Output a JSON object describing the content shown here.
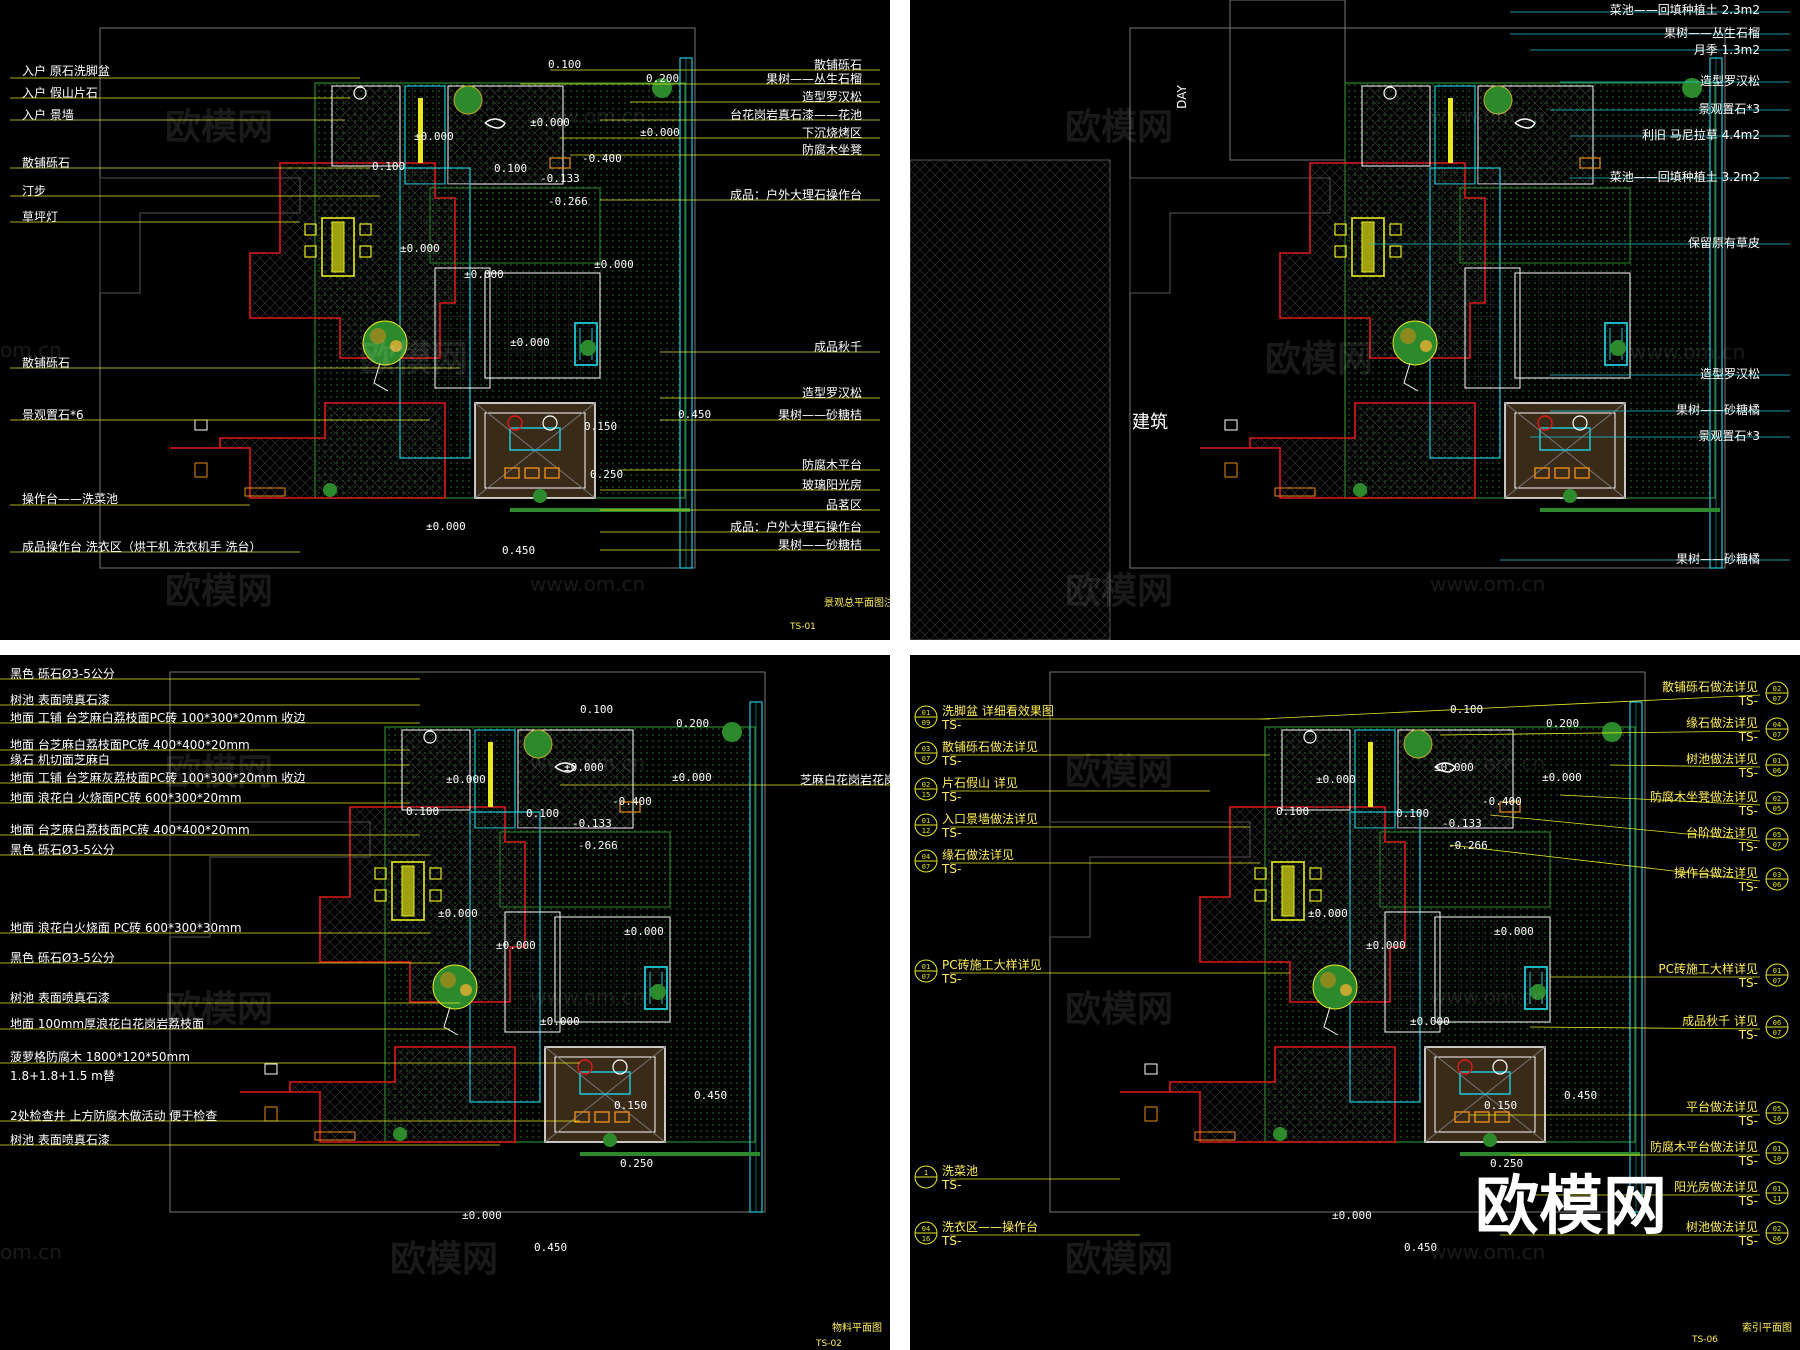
{
  "watermarks": {
    "logo": "欧模网",
    "domain": "www.om.cn",
    "domain_short": "om.cn",
    "big": "欧模网"
  },
  "p1": {
    "title": "景观总平面图注释图",
    "sheet": "TS-01",
    "left_labels": [
      "入户 原石洗脚盆",
      "入户 假山片石",
      "入户 景墙",
      "散铺砾石",
      "汀步",
      "草坪灯",
      "散铺砾石",
      "景观置石*6",
      "操作台——洗菜池",
      "成品操作台 洗衣区（烘干机 洗衣机手 洗台）"
    ],
    "right_labels": [
      "散铺砾石",
      "果树——丛生石榴",
      "造型罗汉松",
      "台花岗岩真石漆——花池",
      "下沉烧烤区",
      "防腐木坐凳",
      "成品：户外大理石操作台",
      "成品秋千",
      "造型罗汉松",
      "果树——砂糖桔",
      "防腐木平台",
      "玻璃阳光房",
      "品茗区",
      "成品：户外大理石操作台",
      "果树——砂糖桔"
    ],
    "levels": [
      "0.100",
      "0.200",
      "±0.000",
      "±0.000",
      "0.100",
      "0.100",
      "-0.400",
      "-0.133",
      "-0.266",
      "±0.000",
      "±0.000",
      "±0.000",
      "±0.000",
      "±0.000",
      "0.450",
      "0.150",
      "0.250",
      "±0.000",
      "0.450"
    ]
  },
  "p2": {
    "building": "建筑",
    "dy": "DAY",
    "right_labels": [
      "菜池——回填种植土 2.3m2",
      "果树——丛生石榴",
      "月季 1.3m2",
      "造型罗汉松",
      "景观置石*3",
      "利旧 马尼拉草 4.4m2",
      "菜池——回填种植土 3.2m2",
      "保留原有草皮",
      "造型罗汉松",
      "果树——砂糖橘",
      "景观置石*3",
      "果树——砂糖橘"
    ]
  },
  "p3": {
    "title": "物料平面图",
    "sheet": "TS-02",
    "left_labels": [
      "黑色 砾石Ø3-5公分",
      "树池 表面喷真石漆",
      "地面 工铺 台芝麻白荔枝面PC砖 100*300*20mm 收边",
      "地面 台芝麻白荔枝面PC砖 400*400*20mm",
      "缘石 机切面芝麻白",
      "地面 工铺 台芝麻灰荔枝面PC砖 100*300*20mm 收边",
      "地面 浪花白 火烧面PC砖 600*300*20mm",
      "地面 台芝麻白荔枝面PC砖 400*400*20mm",
      "黑色 砾石Ø3-5公分",
      "地面 浪花白火烧面 PC砖 600*300*30mm",
      "黑色 砾石Ø3-5公分",
      "树池 表面喷真石漆",
      "地面 100mm厚浪花白花岗岩荔枝面",
      "菠萝格防腐木 1800*120*50mm",
      "1.8+1.8+1.5 m替",
      "2处检查井 上方防腐木做活动 便于检查",
      "树池 表面喷真石漆"
    ],
    "right_label": "芝麻白花岗岩花岗岩",
    "levels": [
      "0.100",
      "0.200",
      "±0.000",
      "±0.000",
      "0.100",
      "0.100",
      "-0.400",
      "-0.133",
      "-0.266",
      "±0.000",
      "±0.000",
      "±0.000",
      "±0.000",
      "±0.000",
      "0.450",
      "0.150",
      "0.250",
      "±0.000",
      "0.450"
    ]
  },
  "p4": {
    "title": "索引平面图",
    "sheet": "TS-06",
    "left_labels": [
      "洗脚盆 详细看效果图",
      "散铺砾石做法详见",
      "片石假山 详见",
      "入口景墙做法详见",
      "缘石做法详见",
      "PC砖施工大样详见",
      "洗菜池",
      "洗衣区——操作台"
    ],
    "left_idx": [
      [
        "01",
        "09"
      ],
      [
        "03",
        "07"
      ],
      [
        "02",
        "15"
      ],
      [
        "01",
        "12"
      ],
      [
        "04",
        "07"
      ],
      [
        "01",
        "07"
      ],
      [
        "1",
        ""
      ],
      [
        "04",
        "16"
      ]
    ],
    "right_labels": [
      "散铺砾石做法详见",
      "缘石做法详见",
      "树池做法详见",
      "防腐木坐凳做法详见",
      "台阶做法详见",
      "操作台做法详见",
      "PC砖施工大样详见",
      "成品秋千 详见",
      "平台做法详见",
      "防腐木平台做法详见",
      "阳光房做法详见",
      "树池做法详见"
    ],
    "right_idx": [
      [
        "02",
        "07"
      ],
      [
        "04",
        "07"
      ],
      [
        "01",
        "06"
      ],
      [
        "02",
        "05"
      ],
      [
        "05",
        "07"
      ],
      [
        "03",
        "06"
      ],
      [
        "01",
        "07"
      ],
      [
        "06",
        "07"
      ],
      [
        "05",
        "16"
      ],
      [
        "01",
        "10"
      ],
      [
        "01",
        "11"
      ],
      [
        "02",
        "06"
      ]
    ],
    "ts": "TS-",
    "levels": [
      "0.100",
      "0.200",
      "±0.000",
      "±0.000",
      "0.100",
      "0.100",
      "-0.400",
      "-0.133",
      "-0.266",
      "±0.000",
      "±0.000",
      "±0.000",
      "±0.000",
      "±0.000",
      "0.450",
      "0.150",
      "0.250",
      "±0.000",
      "0.450"
    ]
  }
}
